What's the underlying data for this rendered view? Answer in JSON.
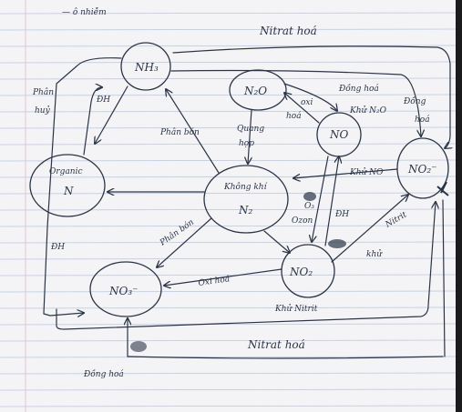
{
  "header": {
    "scribble": "— ô nhiễm"
  },
  "nodes": {
    "nh3": "NH₃",
    "n2o": "N₂O",
    "no": "NO",
    "no2_right": "NO₂⁻",
    "organic_top": "Organic",
    "organic_bottom": "N",
    "n2_top": "Không khí",
    "n2_bottom": "N₂",
    "no2_mid": "NO₂",
    "no3": "NO₃⁻"
  },
  "labels": {
    "nitrat_top": "Nitrat hoá",
    "nitrat_bottom": "Nitrat hoá",
    "phan_huy_1": "Phân",
    "phan_huy_2": "huỷ",
    "dh_upper": "ĐH",
    "phan_ban_1": "Phân bón",
    "quang_1": "Quang",
    "quang_2": "hợp",
    "oxi_1": "oxi",
    "oxi_2": "hoá",
    "dong_hoa_1": "Đồng hoá",
    "dong_hoa_2": "Khử N₂O",
    "dong_right_1": "Đồng",
    "dong_right_2": "hoá",
    "khu_no_right": "Khử NO",
    "ozon_1": "O₃",
    "ozon_2": "Ozon",
    "dh_mid": "ĐH",
    "dh_left": "ĐH",
    "phan_ban_2": "Phân bón",
    "oxi_hoa": "Oxi hoá",
    "khu_nitrit": "Khử Nitrit",
    "khu_right": "khử",
    "nitrit_right": "Nitrit",
    "dong_hoa_bottom": "Đồng hoá"
  }
}
